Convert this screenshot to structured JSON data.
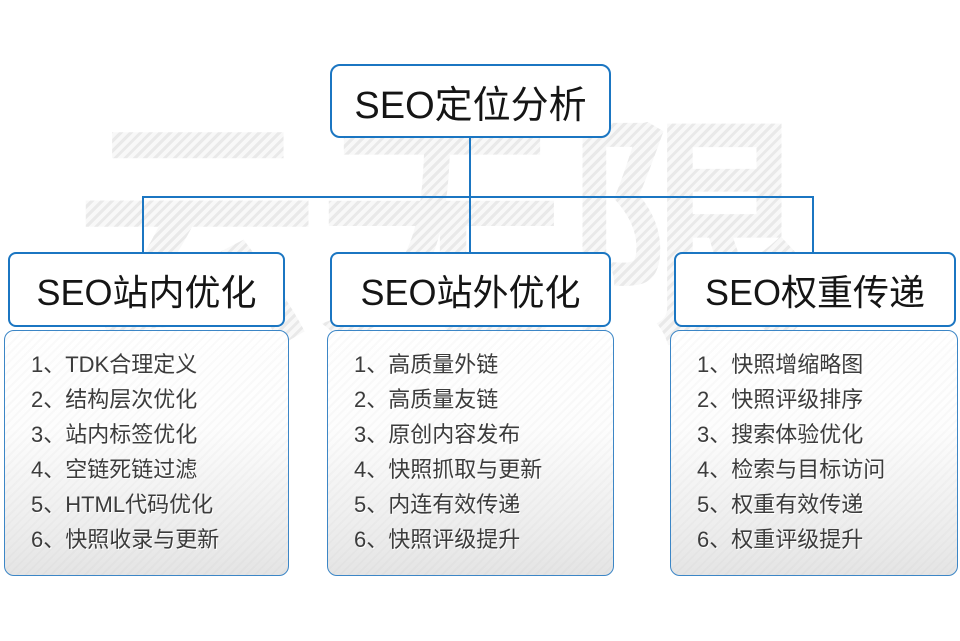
{
  "diagram": {
    "watermark": {
      "text": "云无限"
    },
    "root": {
      "title": "SEO定位分析"
    },
    "branches": [
      {
        "title": "SEO站内优化",
        "items": [
          "1、TDK合理定义",
          "2、结构层次优化",
          "3、站内标签优化",
          "4、空链死链过滤",
          "5、HTML代码优化",
          "6、快照收录与更新"
        ]
      },
      {
        "title": "SEO站外优化",
        "items": [
          "1、高质量外链",
          "2、高质量友链",
          "3、原创内容发布",
          "4、快照抓取与更新",
          "5、内连有效传递",
          "6、快照评级提升"
        ]
      },
      {
        "title": "SEO权重传递",
        "items": [
          "1、快照增缩略图",
          "2、快照评级排序",
          "3、搜索体验优化",
          "4、检索与目标访问",
          "5、权重有效传递",
          "6、权重评级提升"
        ]
      }
    ],
    "colors": {
      "accent": "#1b76c2",
      "panel_bottom": "#e4e4e4",
      "watermark_gray": "#ededed"
    }
  }
}
